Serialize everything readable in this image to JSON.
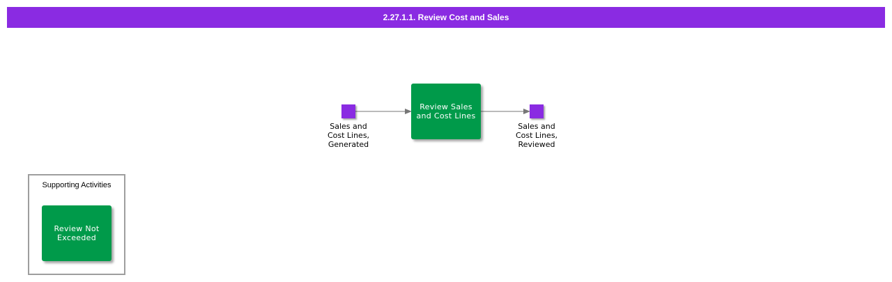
{
  "header": {
    "title": "2.27.1.1. Review Cost and Sales"
  },
  "colors": {
    "header_bg": "#8a2be2",
    "event": "#8a2be2",
    "activity": "#009a4a",
    "arrow": "#777777"
  },
  "diagram": {
    "start_event": {
      "label_line1": "Sales and",
      "label_line2": "Cost Lines,",
      "label_line3": "Generated"
    },
    "activity": {
      "label_line1": "Review Sales",
      "label_line2": "and Cost Lines"
    },
    "end_event": {
      "label_line1": "Sales and",
      "label_line2": "Cost Lines,",
      "label_line3": "Reviewed"
    }
  },
  "supporting": {
    "title": "Supporting Activities",
    "activity": {
      "label_line1": "Review Not",
      "label_line2": "Exceeded"
    }
  }
}
